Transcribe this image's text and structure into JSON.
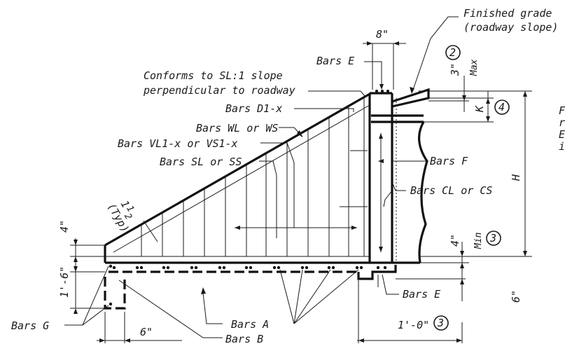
{
  "labels": {
    "finished_grade_1": "Finished grade",
    "finished_grade_2": "(roadway slope)",
    "dim_8in": "8\"",
    "bars_e_top": "Bars E",
    "conforms_1": "Conforms to SL:1 slope",
    "conforms_2": "perpendicular to roadway",
    "bars_d1x": "Bars D1-x",
    "bars_wl_ws": "Bars WL or WS",
    "bars_vl1x": "Bars VL1-x or VS1-x",
    "bars_sl_ss": "Bars SL or SS",
    "slope_1": "1",
    "slope_half": "1",
    "slope_half_den": "2",
    "slope_typ": "(Typ)",
    "dim_4in_left": "4\"",
    "dim_1ft6in": "1'-6\"",
    "bars_g": "Bars G",
    "dim_6in_bottom": "6\"",
    "bars_a": "Bars A",
    "bars_b": "Bars B",
    "dim_1ft0in": "1'-0\"",
    "note_3_bottom": "3",
    "bars_e_bottom": "Bars E",
    "dim_6in_right": "6\"",
    "dim_4in_min": "4\"",
    "min_label": "Min",
    "note_3_mid": "3",
    "dim_h": "H",
    "bars_f": "Bars F",
    "bars_cl_cs": "Bars CL or CS",
    "dim_k": "K",
    "note_4": "4",
    "dim_3in_max": "3\"",
    "max_label": "Max",
    "note_2": "2",
    "edge_f": "F",
    "edge_r": "r",
    "edge_e": "E",
    "edge_i": "i"
  }
}
